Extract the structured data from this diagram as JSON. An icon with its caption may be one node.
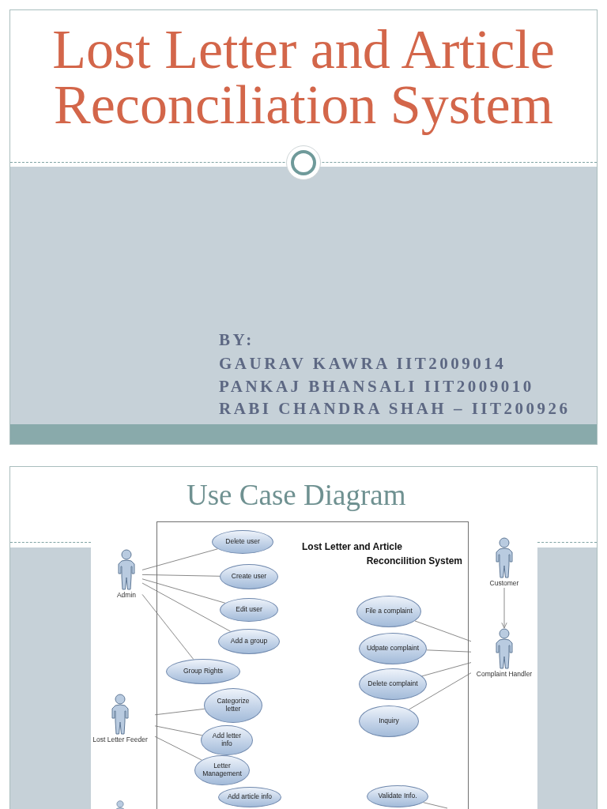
{
  "diagram": {
    "title": "Lost Letter and Article Reconciliation System",
    "nodes": [
      {
        "text": [
          "Admin"
        ]
      },
      {
        "text": [
          "Lost Letter Feeder"
        ]
      },
      {
        "text": [],
        "shape": "person"
      },
      {
        "text": [
          "Lost Letter and Article Reconcilition System"
        ]
      },
      {
        "text": [
          "Delete user"
        ],
        "in": 3
      },
      {
        "text": [
          "Create user"
        ],
        "in": 3
      },
      {
        "text": [
          "Edit user"
        ],
        "in": 3
      },
      {
        "text": [
          "Add a group"
        ],
        "in": 3
      },
      {
        "text": [
          "Group Rights"
        ],
        "in": 3
      },
      {
        "text": [
          "Categorize letter"
        ],
        "in": 3
      },
      {
        "text": [
          "Add letter info"
        ],
        "in": 3
      },
      {
        "text": [
          "Letter Management"
        ],
        "in": 3
      },
      {
        "text": [
          "Add article info"
        ],
        "in": 3
      },
      {
        "text": [
          "File a complaint"
        ],
        "in": 3
      },
      {
        "text": [
          "Udpate complaint"
        ],
        "in": 3
      },
      {
        "text": [
          "Delete complaint"
        ],
        "in": 3
      },
      {
        "text": [
          "Inquiry"
        ],
        "in": 3
      },
      {
        "text": [
          "Validate Info."
        ],
        "in": 3
      },
      {
        "text": [
          "Customer"
        ]
      },
      {
        "text": [
          "Complaint Handler"
        ]
      }
    ],
    "edges": [
      {
        "from": 0,
        "to": 4,
        "arrow": "none"
      },
      {
        "from": 0,
        "to": 5,
        "arrow": "none"
      },
      {
        "from": 0,
        "to": 6,
        "arrow": "none"
      },
      {
        "from": 0,
        "to": 7,
        "arrow": "none"
      },
      {
        "from": 0,
        "to": 8,
        "arrow": "none"
      },
      {
        "from": 1,
        "to": 9,
        "arrow": "none"
      },
      {
        "from": 1,
        "to": 10,
        "arrow": "none"
      },
      {
        "from": 1,
        "to": 11,
        "arrow": "none"
      },
      {
        "from": 19,
        "to": 13,
        "arrow": "none"
      },
      {
        "from": 19,
        "to": 14,
        "arrow": "none"
      },
      {
        "from": 19,
        "to": 15,
        "arrow": "none"
      },
      {
        "from": 19,
        "to": 16,
        "arrow": "none"
      },
      {
        "from": 18,
        "to": 19,
        "arrow": "to"
      },
      {
        "from": 17,
        "to": null,
        "arrow": "none"
      }
    ],
    "labels": [
      "BY:",
      "GAURAV KAWRA IIT2009014",
      "PANKAJ BHANSALI IIT2009010",
      "RABI CHANDRA SHAH – IIT200926",
      "Use Case Diagram"
    ]
  }
}
